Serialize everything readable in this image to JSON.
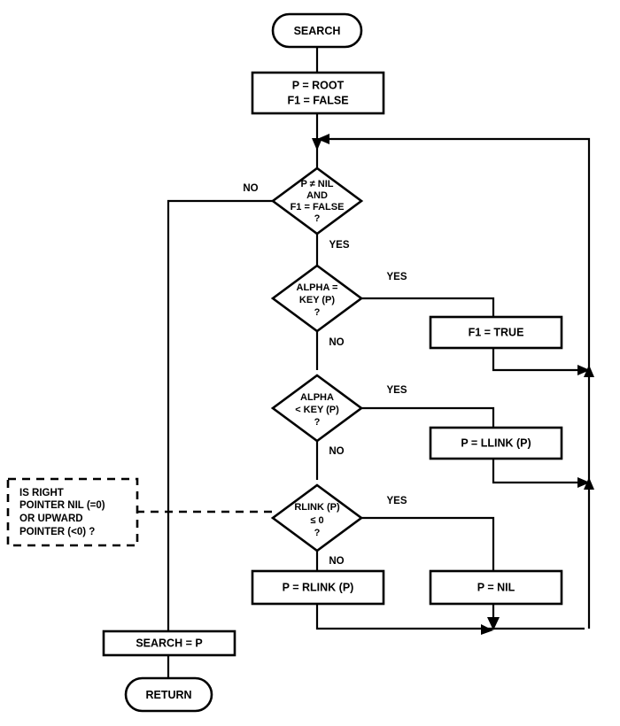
{
  "diagram": {
    "title": "SEARCH procedure flowchart",
    "background_color": "#ffffff",
    "line_color": "#000000"
  },
  "nodes": {
    "start_terminal": {
      "label": "SEARCH",
      "shape": "terminator"
    },
    "init_process": {
      "line1": "P = ROOT",
      "line2": "F1 = FALSE",
      "shape": "process"
    },
    "loop_condition": {
      "line1": "P ≠ NIL",
      "line2": "AND",
      "line3": "F1 = FALSE",
      "line4": "?",
      "shape": "decision"
    },
    "equal_condition": {
      "line1": "ALPHA =",
      "line2": "KEY (P)",
      "line3": "?",
      "shape": "decision"
    },
    "less_condition": {
      "line1": "ALPHA",
      "line2": "< KEY (P)",
      "line3": "?",
      "shape": "decision"
    },
    "rlink_condition": {
      "line1": "RLINK (P)",
      "line2": "≤ 0",
      "line3": "?",
      "shape": "decision"
    },
    "set_flag_true": {
      "label": "F1 = TRUE",
      "shape": "process"
    },
    "go_left": {
      "label": "P = LLINK (P)",
      "shape": "process"
    },
    "go_right": {
      "label": "P = RLINK (P)",
      "shape": "process"
    },
    "set_p_nil": {
      "label": "P = NIL",
      "shape": "process"
    },
    "assign_result": {
      "label": "SEARCH = P",
      "shape": "process"
    },
    "return_terminal": {
      "label": "RETURN",
      "shape": "terminator"
    },
    "comment_note": {
      "line1": "IS  RIGHT",
      "line2": "POINTER  NIL (=0)",
      "line3": "OR  UPWARD",
      "line4": "POINTER  (<0) ?",
      "shape": "annotation"
    }
  },
  "edge_labels": {
    "loop_no": "NO",
    "loop_yes": "YES",
    "equal_yes": "YES",
    "equal_no": "NO",
    "less_yes": "YES",
    "less_no": "NO",
    "rlink_yes": "YES",
    "rlink_no": "NO"
  }
}
